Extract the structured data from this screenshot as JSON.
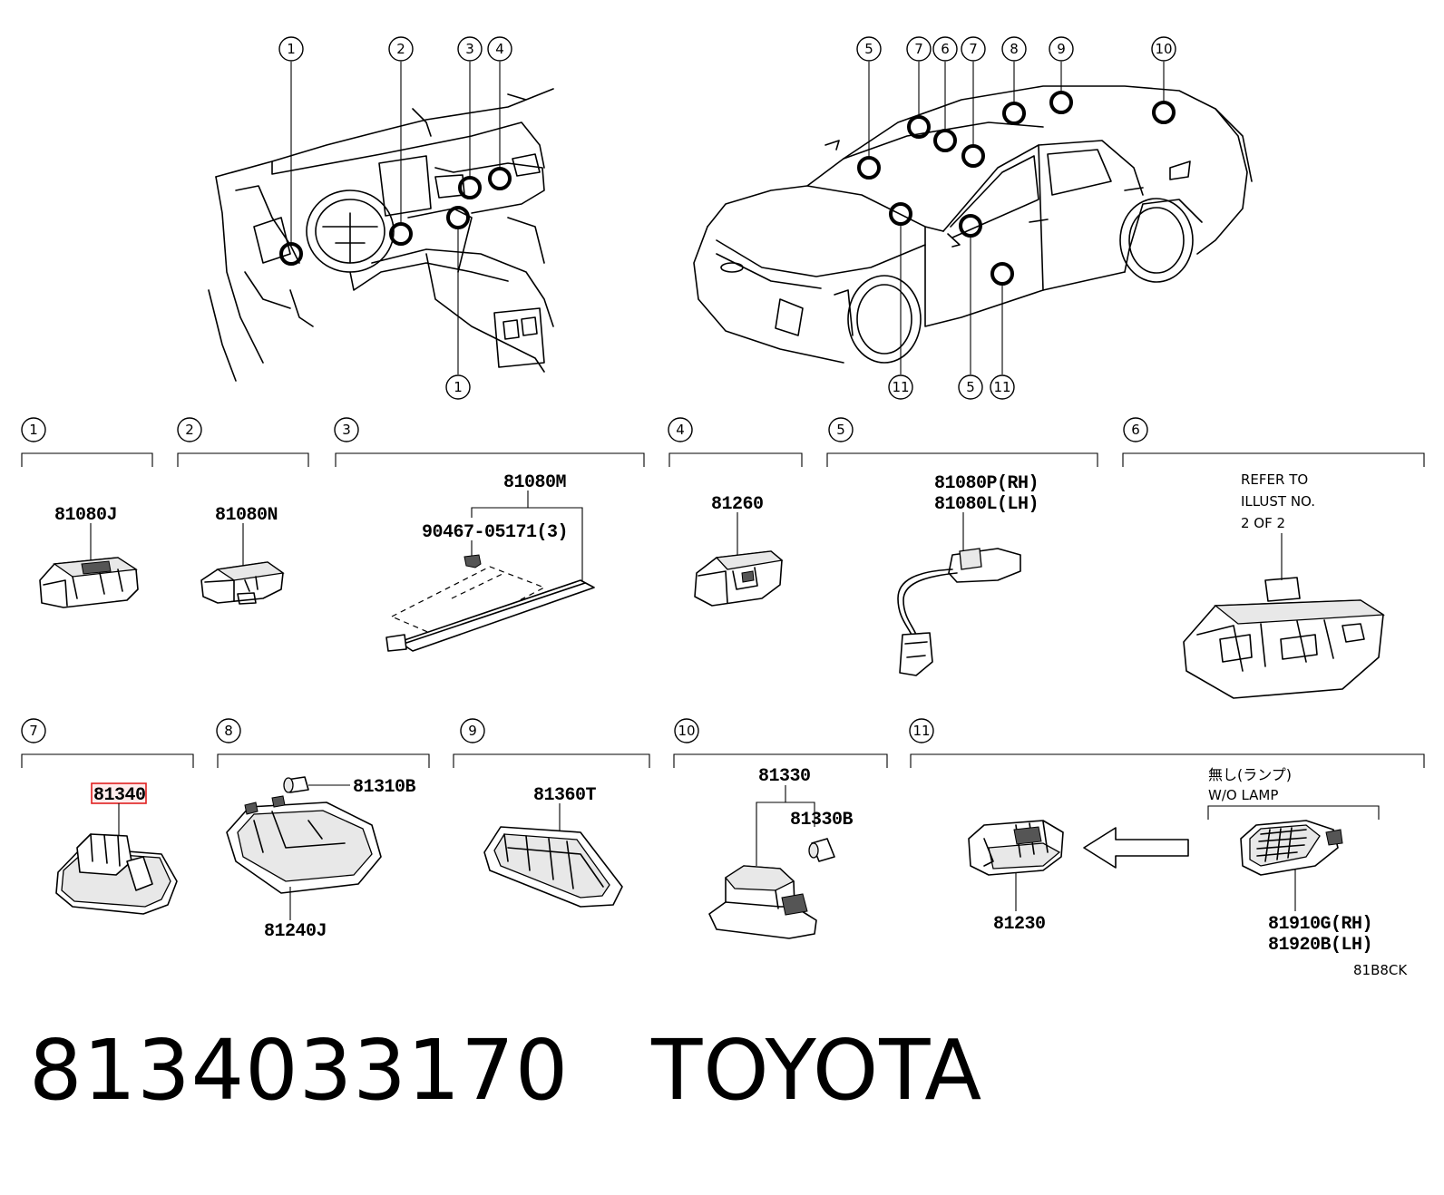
{
  "callouts": {
    "c1": "1",
    "c2": "2",
    "c3": "3",
    "c4": "4",
    "c5": "5",
    "c6": "6",
    "c7": "7",
    "c8": "8",
    "c9": "9",
    "c10": "10",
    "c11": "11"
  },
  "parts": {
    "p1": "81080J",
    "p2": "81080N",
    "p3": "81080M",
    "p3_clip": "90467-05171(3)",
    "p4": "81260",
    "p5_rh": "81080P(RH)",
    "p5_lh": "81080L(LH)",
    "p6_note_1": "REFER TO",
    "p6_note_2": "ILLUST NO.",
    "p6_note_3": "2 OF 2",
    "p7": "81340",
    "p8_bulb": "81310B",
    "p8": "81240J",
    "p9": "81360T",
    "p10": "81330",
    "p10_bulb": "81330B",
    "p11": "81230",
    "p11_note_jp": "無し(ランプ)",
    "p11_note_en": "W/O LAMP",
    "p11_rh": "81910G(RH)",
    "p11_lh": "81920B(LH)"
  },
  "illustration_code": "81B8CK",
  "footer": {
    "part_number": "8134033170",
    "brand": "TOYOTA"
  },
  "colors": {
    "highlight": "#e02020",
    "line": "#000000"
  }
}
